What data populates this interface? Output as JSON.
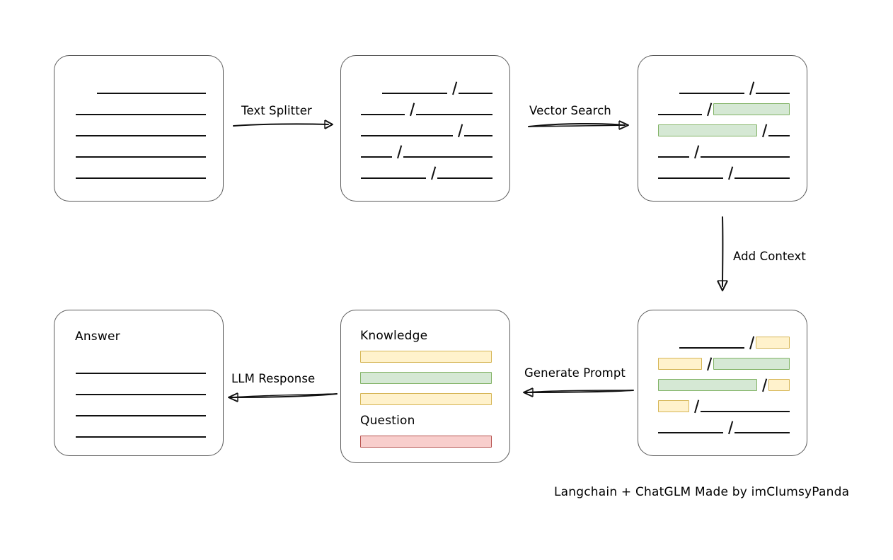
{
  "diagram": {
    "title_footer": "Langchain + ChatGLM Made by imClumsyPanda",
    "colors": {
      "green_fill": "#d5e8d4",
      "green_stroke": "#82b366",
      "yellow_fill": "#fff2cc",
      "yellow_stroke": "#d6b656",
      "red_fill": "#f8cecc",
      "red_stroke": "#b85450",
      "card_stroke": "#5a5a5a",
      "ink": "#111111"
    },
    "nodes": {
      "source_document": {
        "name": "source-document",
        "heading": "",
        "lines": [
          "line",
          "line",
          "line",
          "line",
          "line"
        ]
      },
      "split_chunks": {
        "name": "split-chunks",
        "heading": ""
      },
      "matched_chunks": {
        "name": "matched-chunks",
        "heading": ""
      },
      "context_chunks": {
        "name": "context-chunks",
        "heading": ""
      },
      "prompt": {
        "name": "prompt-card",
        "knowledge_label": "Knowledge",
        "question_label": "Question"
      },
      "answer": {
        "name": "answer-card",
        "heading": "Answer",
        "lines": [
          "line",
          "line",
          "line",
          "line"
        ]
      }
    },
    "edges": [
      {
        "id": "text-splitter",
        "label": "Text Splitter",
        "direction": "right"
      },
      {
        "id": "vector-search",
        "label": "Vector Search",
        "direction": "right"
      },
      {
        "id": "add-context",
        "label": "Add Context",
        "direction": "down"
      },
      {
        "id": "generate-prompt",
        "label": "Generate Prompt",
        "direction": "left"
      },
      {
        "id": "llm-response",
        "label": "LLM Response",
        "direction": "left"
      }
    ]
  }
}
